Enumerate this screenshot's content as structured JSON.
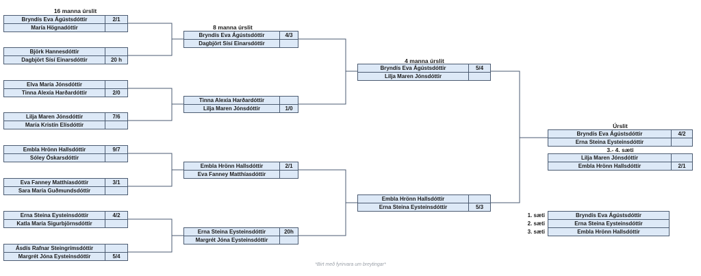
{
  "headings": {
    "r16": "16 manna úrslit",
    "qf": "8 manna úrslit",
    "sf": "4 manna úrslit",
    "final": "Úrslit",
    "third": "3.- 4. sæti"
  },
  "r16": [
    {
      "p1": "Bryndís Eva Ágústsdóttir",
      "s1": "2/1",
      "p2": "María Högnadóttir",
      "s2": ""
    },
    {
      "p1": "Björk Hannesdóttir",
      "s1": "",
      "p2": "Dagbjört Sísí Einarsdóttir",
      "s2": "20 h"
    },
    {
      "p1": "Elva María Jónsdóttir",
      "s1": "",
      "p2": "Tinna Alexía Harðardóttir",
      "s2": "2/0"
    },
    {
      "p1": "Lilja Maren Jónsdóttir",
      "s1": "7/6",
      "p2": "María Kristín Elísdóttir",
      "s2": ""
    },
    {
      "p1": "Embla Hrönn Hallsdóttir",
      "s1": "9/7",
      "p2": "Sóley Óskarsdóttir",
      "s2": ""
    },
    {
      "p1": "Eva Fanney Matthíasdóttir",
      "s1": "3/1",
      "p2": "Sara María Guðmundsdóttir",
      "s2": ""
    },
    {
      "p1": "Erna Steina Eysteinsdóttir",
      "s1": "4/2",
      "p2": "Katla María Sigurbjörnsdóttir",
      "s2": ""
    },
    {
      "p1": "Ásdís Rafnar Steingrímsdóttir",
      "s1": "",
      "p2": "Margrét Jóna Eysteinsdóttir",
      "s2": "5/4"
    }
  ],
  "qf": [
    {
      "p1": "Bryndís Eva Ágústsdóttir",
      "s1": "4/3",
      "p2": "Dagbjört Sísí Einarsdóttir",
      "s2": ""
    },
    {
      "p1": "Tinna Alexía Harðardóttir",
      "s1": "",
      "p2": "Lilja Maren Jónsdóttir",
      "s2": "1/0"
    },
    {
      "p1": "Embla Hrönn Hallsdóttir",
      "s1": "2/1",
      "p2": "Eva Fanney Matthíasdóttir",
      "s2": ""
    },
    {
      "p1": "Erna Steina Eysteinsdóttir",
      "s1": "20h",
      "p2": "Margrét Jóna Eysteinsdóttir",
      "s2": ""
    }
  ],
  "sf": [
    {
      "p1": "Bryndís Eva Ágústsdóttir",
      "s1": "5/4",
      "p2": "Lilja Maren Jónsdóttir",
      "s2": ""
    },
    {
      "p1": "Embla Hrönn Hallsdóttir",
      "s1": "",
      "p2": "Erna Steina Eysteinsdóttir",
      "s2": "5/3"
    }
  ],
  "final": {
    "p1": "Bryndís Eva Ágústsdóttir",
    "s1": "4/2",
    "p2": "Erna Steina Eysteinsdóttir",
    "s2": ""
  },
  "third": {
    "p1": "Lilja Maren Jónsdóttir",
    "s1": "",
    "p2": "Embla Hrönn Hallsdóttir",
    "s2": "2/1"
  },
  "standings": [
    {
      "place": "1. sæti",
      "name": "Bryndís Eva Ágústsdóttir"
    },
    {
      "place": "2. sæti",
      "name": "Erna Steina Eysteinsdóttir"
    },
    {
      "place": "3. sæti",
      "name": "Embla Hrönn Hallsdóttir"
    }
  ],
  "note": "*Birt með fyrirvara um breytingar*"
}
